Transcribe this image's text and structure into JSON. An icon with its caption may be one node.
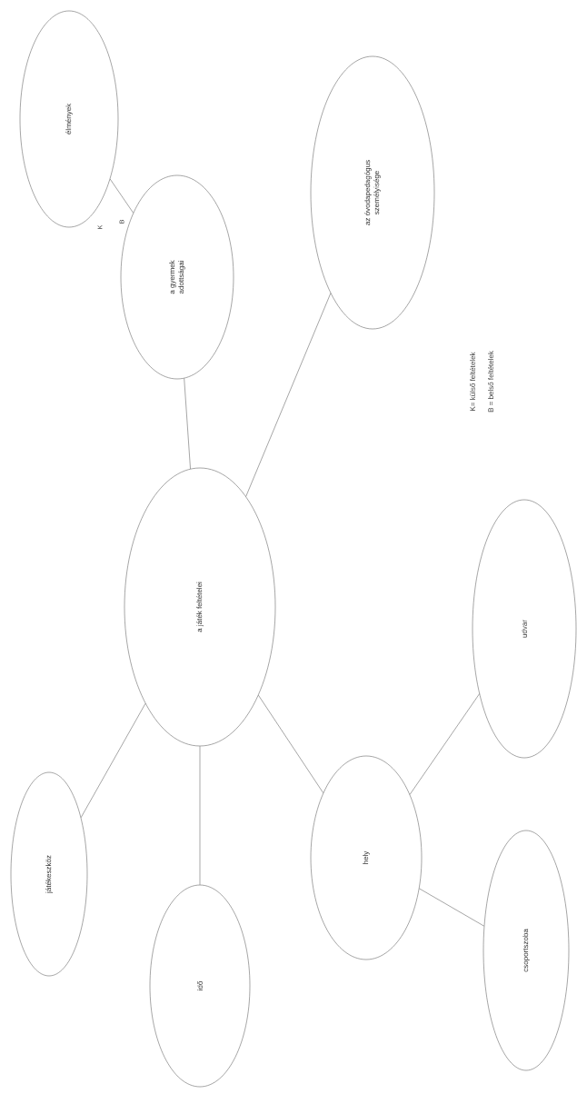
{
  "diagram": {
    "nodes": [
      {
        "text": [
          "a játék feltételei"
        ]
      },
      {
        "text": [
          "a gyermek adottságai"
        ]
      },
      {
        "text": [
          "élmények"
        ]
      },
      {
        "text": [
          "az óvodapedagógus személyisége"
        ]
      },
      {
        "text": [
          "udvar"
        ]
      },
      {
        "text": [
          "játékeszköz"
        ]
      },
      {
        "text": [
          "idő"
        ]
      },
      {
        "text": [
          "hely"
        ]
      },
      {
        "text": [
          "csoportszoba"
        ]
      }
    ],
    "edges": [
      {
        "from": 0,
        "to": 1,
        "arrow": "none"
      },
      {
        "from": 1,
        "to": 2,
        "arrow": "none"
      },
      {
        "from": 0,
        "to": 3,
        "arrow": "none"
      },
      {
        "from": 0,
        "to": 5,
        "arrow": "none"
      },
      {
        "from": 0,
        "to": 6,
        "arrow": "none"
      },
      {
        "from": 0,
        "to": 7,
        "arrow": "none"
      },
      {
        "from": 7,
        "to": 4,
        "arrow": "none"
      },
      {
        "from": 7,
        "to": 8,
        "arrow": "none"
      }
    ],
    "labels": [
      "K",
      "B",
      "K= külső feltételek",
      "B = belső feltételek"
    ]
  }
}
